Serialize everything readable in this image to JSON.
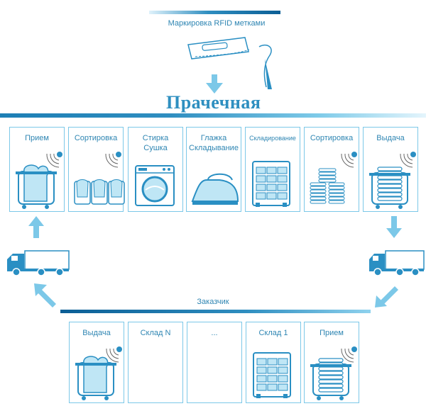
{
  "rfid_label": "Маркировка RFID метками",
  "title": "Прачечная",
  "customer_label": "Заказчик",
  "laundry_steps": [
    {
      "label": "Прием",
      "icon": "laundry-cart-icon"
    },
    {
      "label": "Сортировка",
      "icon": "sorting-baskets-icon"
    },
    {
      "label": "Стирка\nСушка",
      "icon": "washing-machine-icon"
    },
    {
      "label": "Глажка\nСкладывание",
      "icon": "iron-icon"
    },
    {
      "label": "Складирование",
      "icon": "storage-rack-icon"
    },
    {
      "label": "Сортировка",
      "icon": "folded-stacks-icon"
    },
    {
      "label": "Выдача",
      "icon": "cart-folded-icon"
    }
  ],
  "customer_steps": [
    {
      "label": "Выдача",
      "icon": "laundry-cart-icon"
    },
    {
      "label": "Склад N",
      "icon": ""
    },
    {
      "label": "...",
      "icon": ""
    },
    {
      "label": "Склад 1",
      "icon": "storage-rack-icon"
    },
    {
      "label": "Прием",
      "icon": "cart-folded-icon"
    }
  ],
  "colors": {
    "accent": "#2e8fc0",
    "outline": "#7cc8e8",
    "arrow": "#7cc8e8",
    "icon_fill": "#bfe6f5",
    "icon_stroke": "#2a8fc3"
  }
}
